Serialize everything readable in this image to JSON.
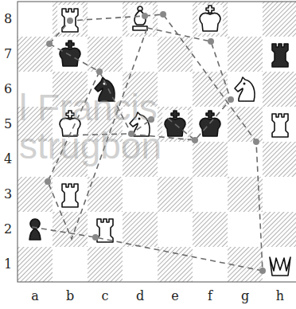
{
  "diagram": {
    "labels": [
      "8",
      "7",
      "6",
      "5",
      "4",
      "3",
      "2",
      "1",
      "a",
      "b",
      "c",
      "d",
      "e",
      "f",
      "g",
      "h",
      "l Francis",
      "strugbon"
    ]
  }
}
